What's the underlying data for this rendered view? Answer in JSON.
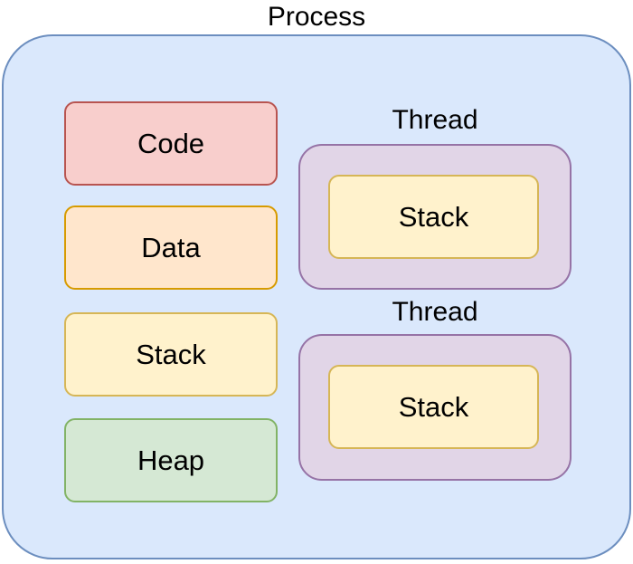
{
  "title": "Process",
  "text_color": "#000000",
  "process": {
    "fill": "#dae8fc",
    "stroke": "#6c8ebf",
    "memory_segments": [
      {
        "label": "Code",
        "fill": "#f8cecc",
        "stroke": "#b85450"
      },
      {
        "label": "Data",
        "fill": "#ffe6cc",
        "stroke": "#d79b00"
      },
      {
        "label": "Stack",
        "fill": "#fff2cc",
        "stroke": "#d6b656"
      },
      {
        "label": "Heap",
        "fill": "#d5e8d4",
        "stroke": "#82b366"
      }
    ],
    "threads": [
      {
        "label": "Thread",
        "fill": "#e1d5e7",
        "stroke": "#9673a6",
        "stack": {
          "label": "Stack",
          "fill": "#fff2cc",
          "stroke": "#d6b656"
        }
      },
      {
        "label": "Thread",
        "fill": "#e1d5e7",
        "stroke": "#9673a6",
        "stack": {
          "label": "Stack",
          "fill": "#fff2cc",
          "stroke": "#d6b656"
        }
      }
    ]
  }
}
